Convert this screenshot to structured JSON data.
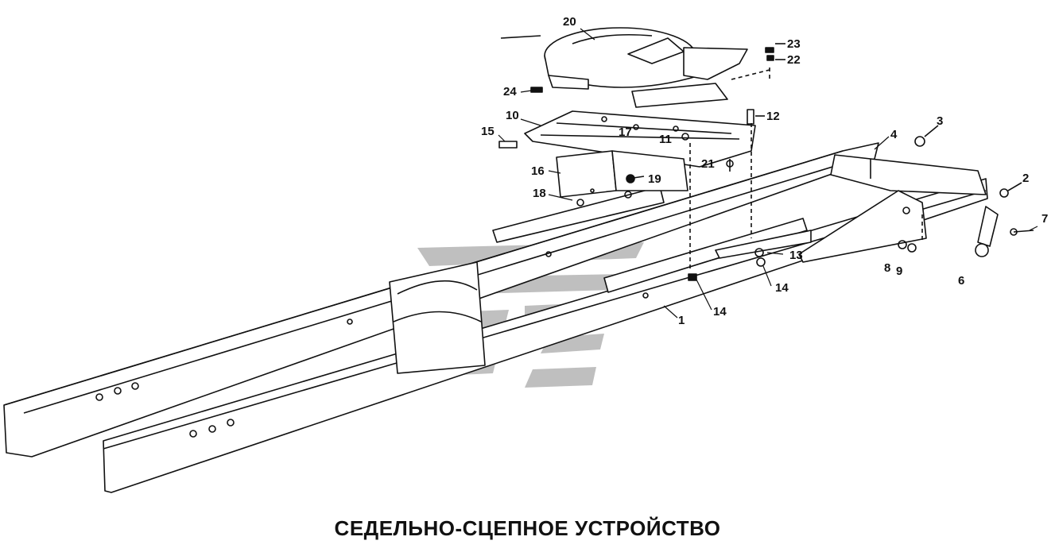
{
  "caption": "СЕДЕЛЬНО-СЦЕПНОЕ УСТРОЙСТВО",
  "callouts": [
    {
      "id": "20",
      "text": "20"
    },
    {
      "id": "23",
      "text": "23"
    },
    {
      "id": "22",
      "text": "22"
    },
    {
      "id": "24",
      "text": "24"
    },
    {
      "id": "10",
      "text": "10"
    },
    {
      "id": "12",
      "text": "12"
    },
    {
      "id": "15",
      "text": "15"
    },
    {
      "id": "17",
      "text": "17"
    },
    {
      "id": "11",
      "text": "11"
    },
    {
      "id": "3",
      "text": "3"
    },
    {
      "id": "4",
      "text": "4"
    },
    {
      "id": "16",
      "text": "16"
    },
    {
      "id": "21",
      "text": "21"
    },
    {
      "id": "19",
      "text": "19"
    },
    {
      "id": "18",
      "text": "18"
    },
    {
      "id": "2",
      "text": "2"
    },
    {
      "id": "7",
      "text": "7"
    },
    {
      "id": "13",
      "text": "13"
    },
    {
      "id": "8",
      "text": "8"
    },
    {
      "id": "9",
      "text": "9"
    },
    {
      "id": "6",
      "text": "6"
    },
    {
      "id": "14a",
      "text": "14"
    },
    {
      "id": "14b",
      "text": "14"
    },
    {
      "id": "1",
      "text": "1"
    }
  ],
  "colors": {
    "ink": "#111111",
    "watermark": "#b5b5b5",
    "paper": "#ffffff"
  }
}
